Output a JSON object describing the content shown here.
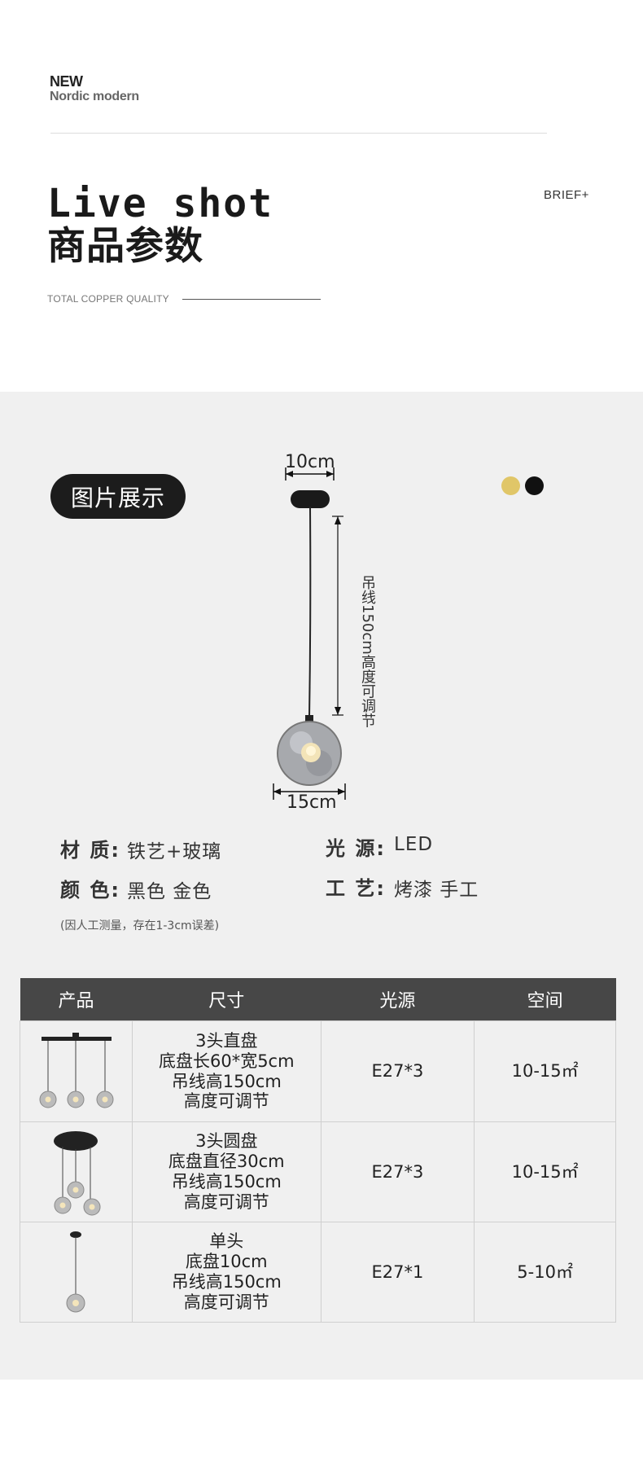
{
  "header": {
    "new": "NEW",
    "subtitle": "Nordic modern",
    "title_en": "Live shot",
    "title_cn": "商品参数",
    "brief": "BRIEF+",
    "tagline": "TOTAL COPPER QUALITY"
  },
  "gallery": {
    "pill_label": "图片展示",
    "colors": [
      "#e0c668",
      "#111111"
    ],
    "dimension_top": "10cm",
    "dimension_bottom": "15cm",
    "dimension_vertical": "吊线150cm高度可调节"
  },
  "specs": {
    "material_label": "材 质:",
    "material_value": "铁艺+玻璃",
    "color_label": "颜 色:",
    "color_value": "黑色 金色",
    "light_label": "光 源:",
    "light_value": "LED",
    "craft_label": "工 艺:",
    "craft_value": "烤漆 手工",
    "note": "(因人工测量，存在1-3cm误差)"
  },
  "table": {
    "headers": [
      "产品",
      "尺寸",
      "光源",
      "空间"
    ],
    "rows": [
      {
        "size_lines": [
          "3头直盘",
          "底盘长60*宽5cm",
          "吊线高150cm",
          "高度可调节"
        ],
        "light": "E27*3",
        "space": "10-15㎡"
      },
      {
        "size_lines": [
          "3头圆盘",
          "底盘直径30cm",
          "吊线高150cm",
          "高度可调节"
        ],
        "light": "E27*3",
        "space": "10-15㎡"
      },
      {
        "size_lines": [
          "单头",
          "底盘10cm",
          "吊线高150cm",
          "高度可调节"
        ],
        "light": "E27*1",
        "space": "5-10㎡"
      }
    ]
  }
}
